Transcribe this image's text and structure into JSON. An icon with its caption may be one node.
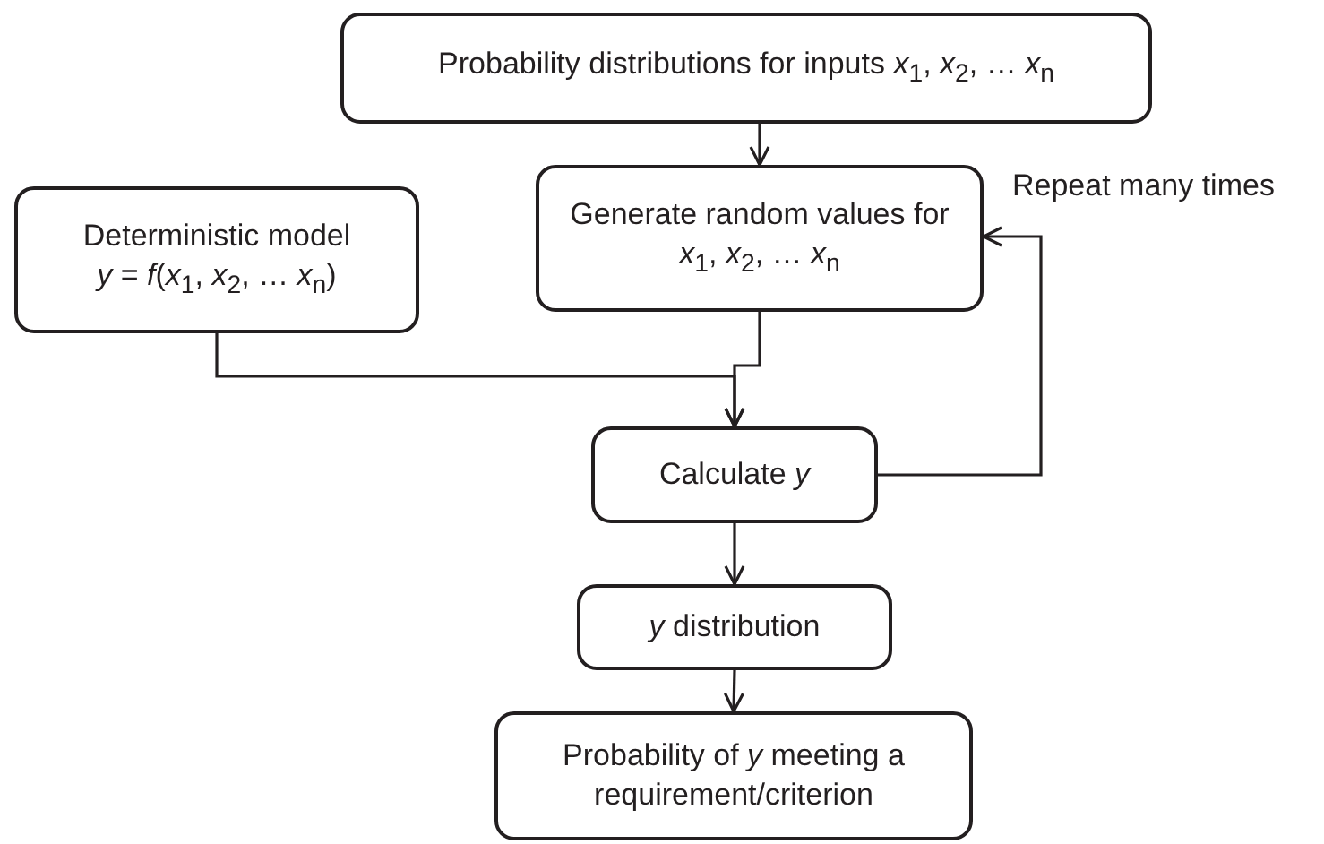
{
  "diagram": {
    "nodes": [
      {
        "text": [
          "Probability distributions for inputs *x*$_{1}$, *x*$_{2}$, … *x*$_{n}$"
        ]
      },
      {
        "text": [
          "Generate random values for *x*$_{1}$, *x*$_{2}$, … *x*$_{n}$"
        ]
      },
      {
        "text": [
          "Deterministic model",
          "*y* = *f*(*x*$_{1}$, *x*$_{2}$, … *x*$_{n}$)"
        ]
      },
      {
        "text": [
          "Calculate *y*"
        ]
      },
      {
        "text": [
          "*y* distribution"
        ]
      },
      {
        "text": [
          "Probability of *y* meeting a requirement/criterion"
        ]
      }
    ],
    "edges": [
      {
        "from": 0,
        "to": 1,
        "arrow": "to"
      },
      {
        "from": 1,
        "to": 3,
        "arrow": "to"
      },
      {
        "from": 2,
        "to": 3,
        "arrow": "to"
      },
      {
        "from": 3,
        "to": 1,
        "arrow": "to",
        "label": "Repeat many times"
      },
      {
        "from": 3,
        "to": 4,
        "arrow": "to"
      },
      {
        "from": 4,
        "to": 5,
        "arrow": "to"
      }
    ]
  }
}
